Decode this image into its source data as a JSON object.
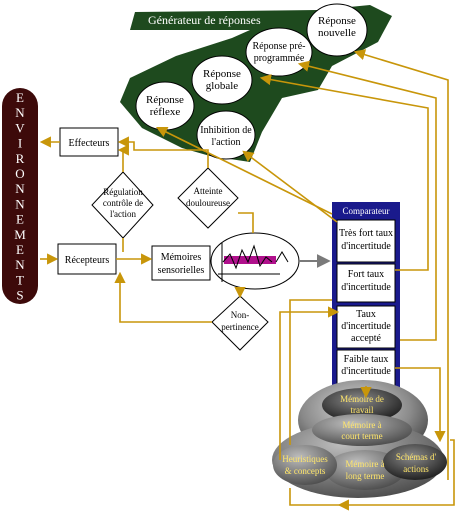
{
  "generator": {
    "title": "Générateur de réponses"
  },
  "responses": {
    "nouvelle": [
      "Réponse",
      "nouvelle"
    ],
    "preprogrammee": [
      "Réponse pré-",
      "programmée"
    ],
    "globale": [
      "Réponse",
      "globale"
    ],
    "reflexe": [
      "Réponse",
      "réflexe"
    ],
    "inhibition": [
      "Inhibition de",
      "l'action"
    ]
  },
  "environment": {
    "label": "ENVIRONNEMENTS"
  },
  "effecteurs": "Effecteurs",
  "recepteurs": "Récepteurs",
  "regulation": [
    "Régulation",
    "contrôle de",
    "l'action"
  ],
  "atteinte": [
    "Atteinte",
    "douloureuse"
  ],
  "memoires_sensorielles": [
    "Mémoires",
    "sensorielles"
  ],
  "non_pertinence": [
    "Non-",
    "pertinence"
  ],
  "uncertainty": {
    "header": "Comparateur",
    "levels": [
      [
        "Très fort taux",
        "d'incertitude"
      ],
      [
        "Fort taux",
        "d'incertitude"
      ],
      [
        "Taux",
        "d'incertitude",
        "accepté"
      ],
      [
        "Faible taux",
        "d'incertitude"
      ]
    ]
  },
  "memory": {
    "travail": [
      "Mémoire de",
      "travail"
    ],
    "court_terme": [
      "Mémoire à",
      "court terme"
    ],
    "long_terme": [
      "Mémoire à",
      "long terme"
    ],
    "heuristiques": [
      "Heuristiques",
      "& concepts"
    ],
    "schemas": [
      "Schémas d'",
      "actions"
    ]
  },
  "colors": {
    "arrow": "#c8960a",
    "generator_fill": "#1e4a1e",
    "environment_fill": "#3d0a0a",
    "comparator_fill": "#1a1a8c",
    "signal_bar": "#b0108c",
    "gray_arrow": "#7a7a7a"
  }
}
